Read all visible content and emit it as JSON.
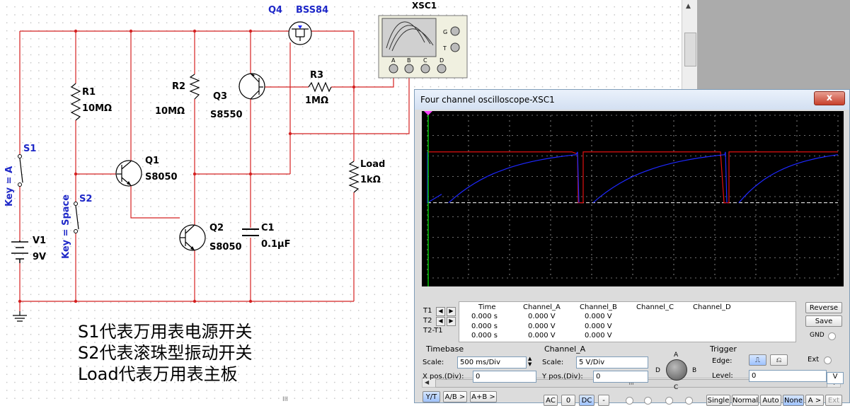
{
  "schematic": {
    "components": {
      "q4": {
        "ref": "Q4",
        "value": "BSS84"
      },
      "xsc1": {
        "ref": "XSC1",
        "terminals": [
          "G",
          "T"
        ],
        "channels": [
          "A",
          "B",
          "C",
          "D"
        ]
      },
      "r1": {
        "ref": "R1",
        "value": "10MΩ"
      },
      "r2": {
        "ref": "R2",
        "value": "10MΩ"
      },
      "r3": {
        "ref": "R3",
        "value": "1MΩ"
      },
      "q3": {
        "ref": "Q3",
        "value": "S8550"
      },
      "q1": {
        "ref": "Q1",
        "value": "S8050"
      },
      "q2": {
        "ref": "Q2",
        "value": "S8050"
      },
      "c1": {
        "ref": "C1",
        "value": "0.1μF"
      },
      "load": {
        "ref": "Load",
        "value": "1kΩ"
      },
      "s1": {
        "ref": "S1",
        "key": "Key = A"
      },
      "s2": {
        "ref": "S2",
        "key": "Key = Space"
      },
      "v1": {
        "ref": "V1",
        "value": "9V"
      }
    },
    "notes": [
      "S1代表万用表电源开关",
      "S2代表滚珠型振动开关",
      "Load代表万用表主板"
    ],
    "scroll_hint": "III"
  },
  "oscilloscope": {
    "title": "Four channel oscilloscope-XSC1",
    "close_label": "x",
    "scrollbar_label": "III",
    "readout": {
      "row_labels": [
        "T1",
        "T2",
        "T2-T1"
      ],
      "headers": [
        "Time",
        "Channel_A",
        "Channel_B",
        "Channel_C",
        "Channel_D"
      ],
      "rows": [
        [
          "0.000 s",
          "0.000 V",
          "0.000 V",
          "",
          ""
        ],
        [
          "0.000 s",
          "0.000 V",
          "0.000 V",
          "",
          ""
        ],
        [
          "0.000 s",
          "0.000 V",
          "0.000 V",
          "",
          ""
        ]
      ]
    },
    "buttons": {
      "reverse": "Reverse",
      "save": "Save",
      "gnd": "GND"
    },
    "timebase": {
      "group": "Timebase",
      "scale_label": "Scale:",
      "scale_value": "500 ms/Div",
      "xpos_label": "X pos.(Div):",
      "xpos_value": "0",
      "modes": [
        "Y/T",
        "A/B >",
        "A+B >"
      ]
    },
    "channel": {
      "group": "Channel_A",
      "scale_label": "Scale:",
      "scale_value": "5  V/Div",
      "ypos_label": "Y pos.(Div):",
      "ypos_value": "0",
      "couplings": [
        "AC",
        "0",
        "DC",
        "-"
      ],
      "knob_labels": [
        "A",
        "B",
        "C",
        "D"
      ]
    },
    "trigger": {
      "group": "Trigger",
      "edge_label": "Edge:",
      "ext_label": "Ext",
      "level_label": "Level:",
      "level_value": "0",
      "level_unit": "V",
      "modes": [
        "Single",
        "Normal",
        "Auto",
        "None",
        "A >",
        "Ext"
      ]
    },
    "colors": {
      "screen_bg": "#000000",
      "grid": "#dcdcdc",
      "channel_a": "#e01010",
      "channel_b": "#1e28ff",
      "cursor": "#00c800"
    }
  }
}
